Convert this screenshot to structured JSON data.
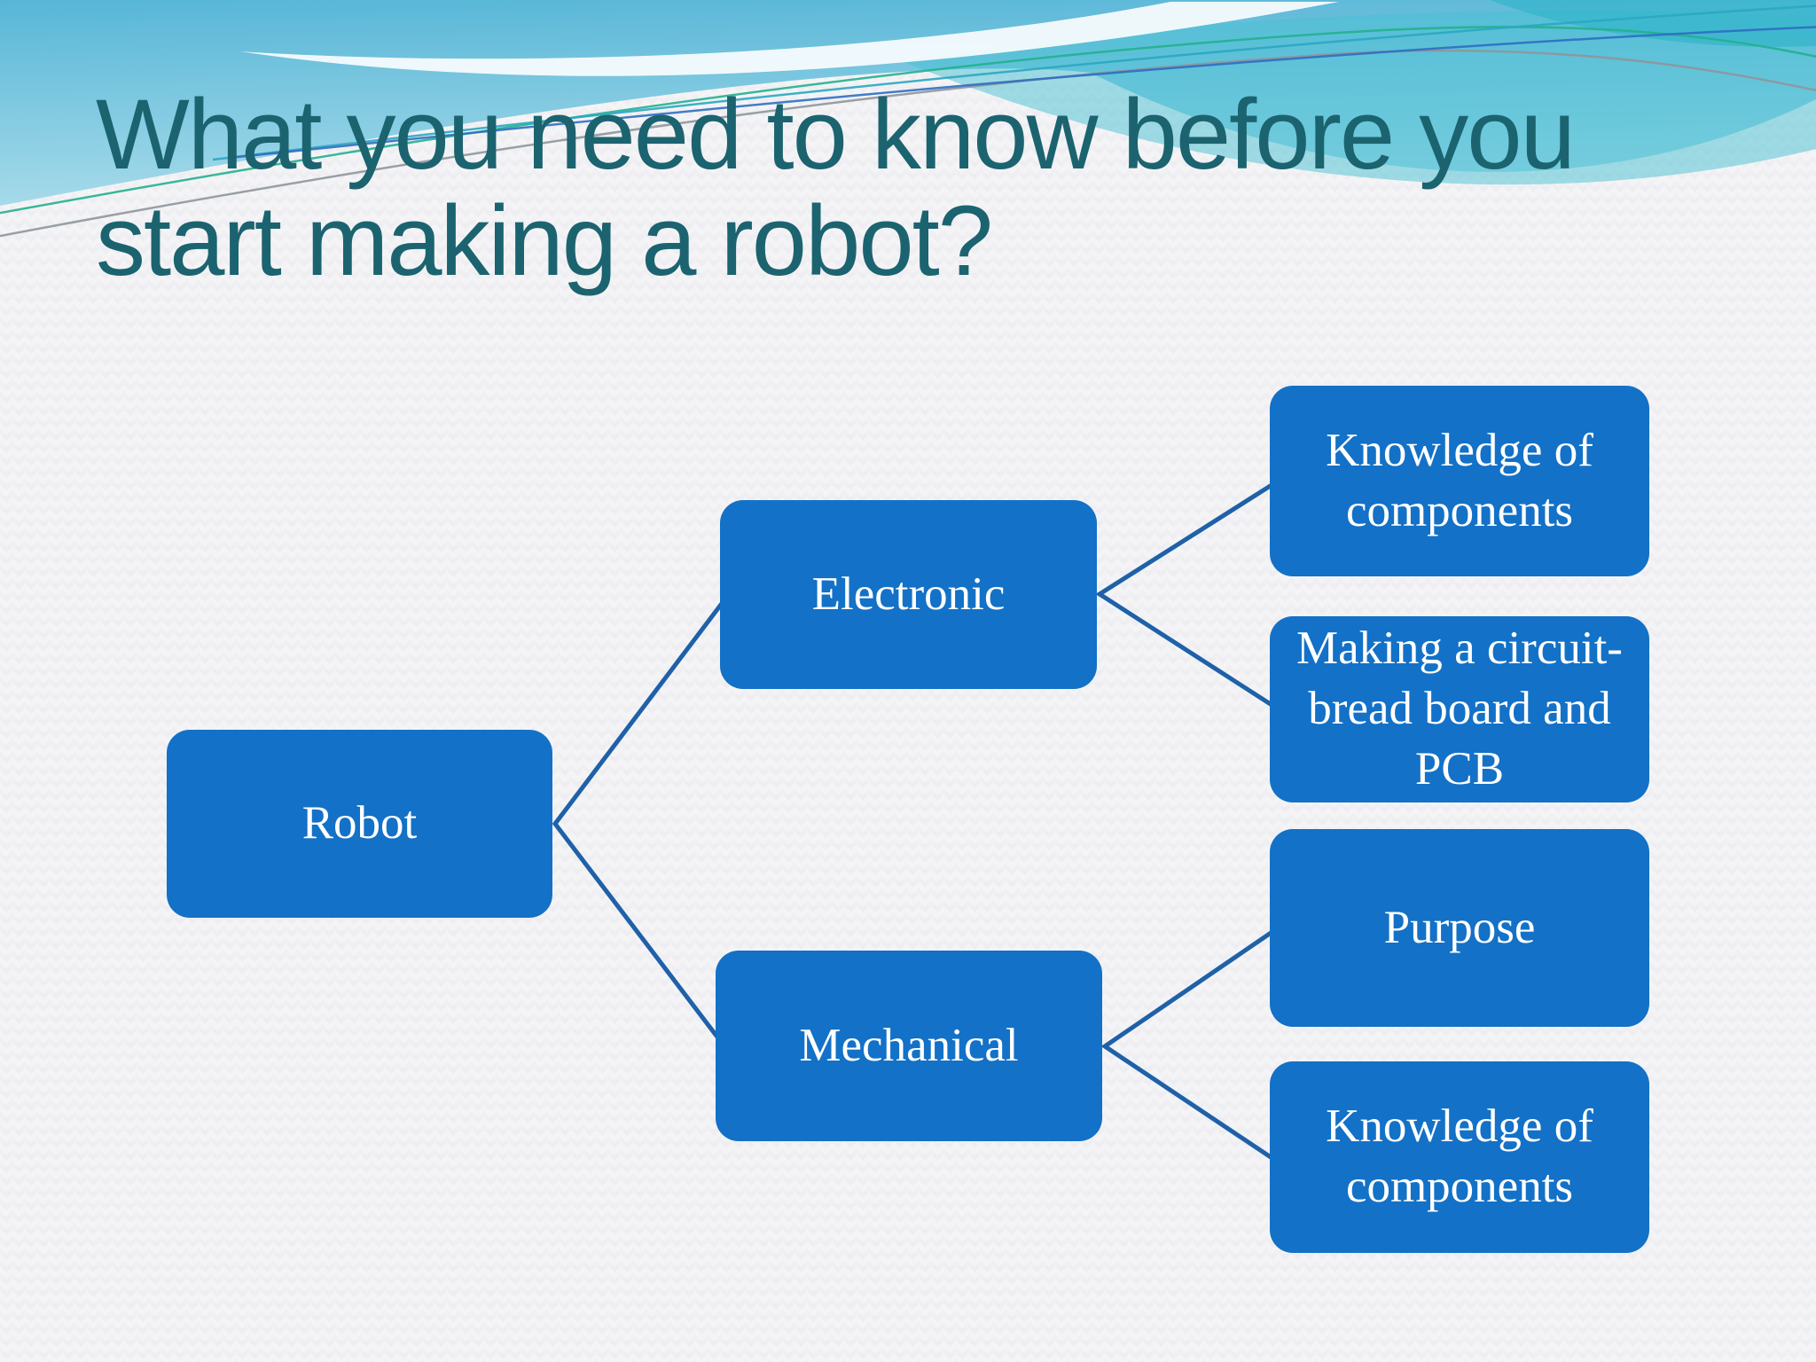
{
  "slide": {
    "title_lines": [
      "What you need to know before you",
      "start making a robot?"
    ],
    "title_text": "What you need to know before you start making a robot?"
  },
  "colors": {
    "title-color": "#1C6370",
    "node-fill": "#1371C7",
    "node-text": "#FFFFFF",
    "connector-color": "#1F61A8",
    "background": "#F4F4F6",
    "wave-blue": "#5FBBDA",
    "wave-blue-light": "#A7DBEA",
    "wave-aqua": "#45BFD2",
    "wave-accent-green": "#23B08F",
    "wave-accent-gray": "#8E969C",
    "wave-accent-teal": "#2AA7C2",
    "wave-accent-blue": "#2F6EC2"
  },
  "diagram": {
    "type": "hierarchy",
    "root": "Robot",
    "nodes": {
      "robot": {
        "label": "Robot",
        "children": [
          "Electronic",
          "Mechanical"
        ]
      },
      "electronic": {
        "label": "Electronic",
        "children": [
          "Knowledge of components",
          "Making a circuit-bread board and PCB"
        ]
      },
      "mechanical": {
        "label": "Mechanical",
        "children": [
          "Purpose",
          "Knowledge of components"
        ]
      },
      "knowledge_components_1": {
        "label": "Knowledge of components"
      },
      "making_circuit": {
        "label": "Making a circuit-bread board and PCB"
      },
      "purpose": {
        "label": "Purpose"
      },
      "knowledge_components_2": {
        "label": "Knowledge of components"
      }
    }
  }
}
